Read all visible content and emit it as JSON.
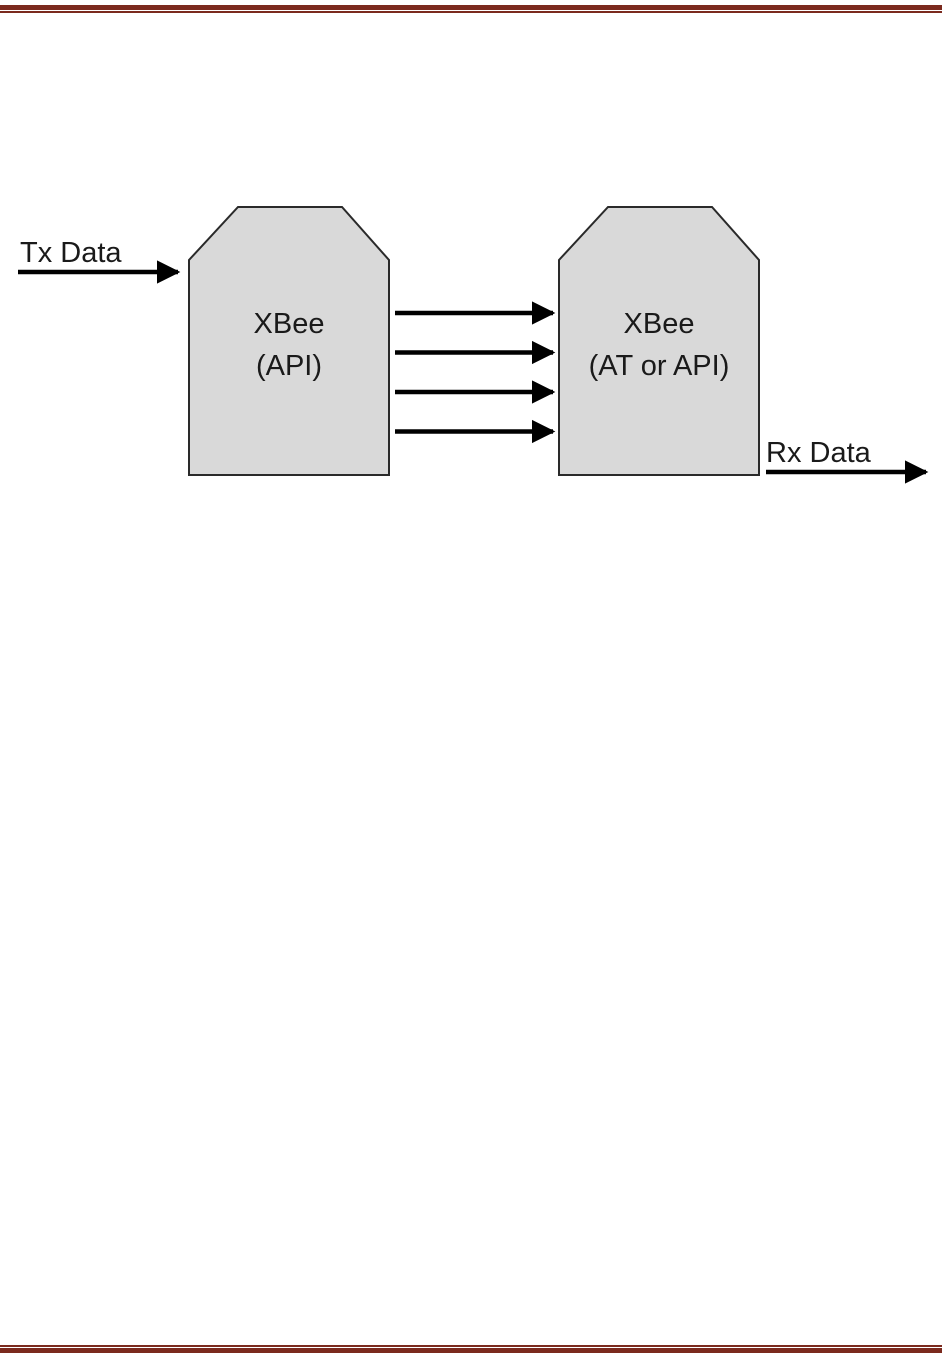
{
  "colors": {
    "rule": "#7b2a1e",
    "box_fill": "#d9d9d9",
    "box_stroke": "#2a2a2a",
    "arrow": "#000000",
    "text": "#1a1a1a"
  },
  "diagram": {
    "input": {
      "label": "Tx Data",
      "icon": "arrow-right-icon"
    },
    "output": {
      "label": "Rx Data",
      "icon": "arrow-right-icon"
    },
    "transmitter": {
      "name": "XBee",
      "mode": "(API)"
    },
    "receiver": {
      "name": "XBee",
      "mode": "(AT or API)"
    },
    "link": {
      "arrow_count": 4,
      "icon": "arrow-right-icon"
    }
  }
}
